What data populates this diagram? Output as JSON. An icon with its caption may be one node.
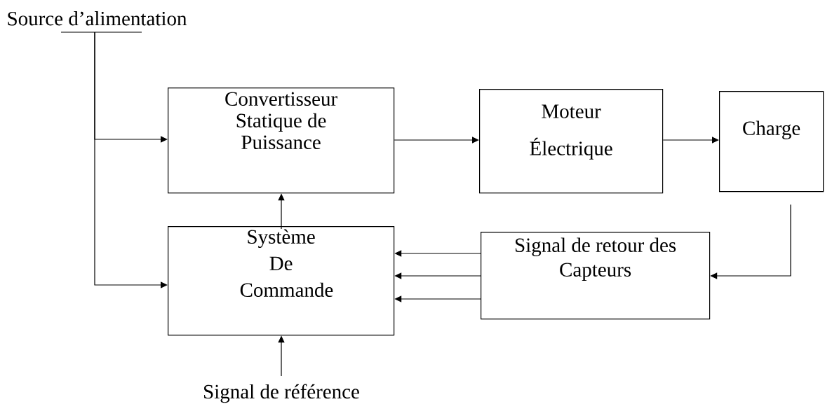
{
  "diagram": {
    "nodes": [
      {
        "text": [
          "Source d’alimentation"
        ]
      },
      {
        "text": [
          "Convertisseur Statique de Puissance"
        ]
      },
      {
        "text": [
          "Moteur Électrique"
        ]
      },
      {
        "text": [
          "Charge"
        ]
      },
      {
        "text": [
          "Système De Commande"
        ]
      },
      {
        "text": [
          "Signal de retour des Capteurs"
        ]
      },
      {
        "text": [
          "Signal de référence"
        ]
      }
    ],
    "edges": [
      {
        "from": 0,
        "to": 1,
        "arrow": "to"
      },
      {
        "from": 0,
        "to": 4,
        "arrow": "to"
      },
      {
        "from": 1,
        "to": 2,
        "arrow": "to"
      },
      {
        "from": 2,
        "to": 3,
        "arrow": "to"
      },
      {
        "from": 4,
        "to": 1,
        "arrow": "to"
      },
      {
        "from": 3,
        "to": 5,
        "arrow": "to"
      },
      {
        "from": 5,
        "to": 4,
        "arrow": "to"
      },
      {
        "from": 5,
        "to": 4,
        "arrow": "to"
      },
      {
        "from": 5,
        "to": 4,
        "arrow": "to"
      },
      {
        "from": 6,
        "to": 4,
        "arrow": "to"
      }
    ]
  }
}
